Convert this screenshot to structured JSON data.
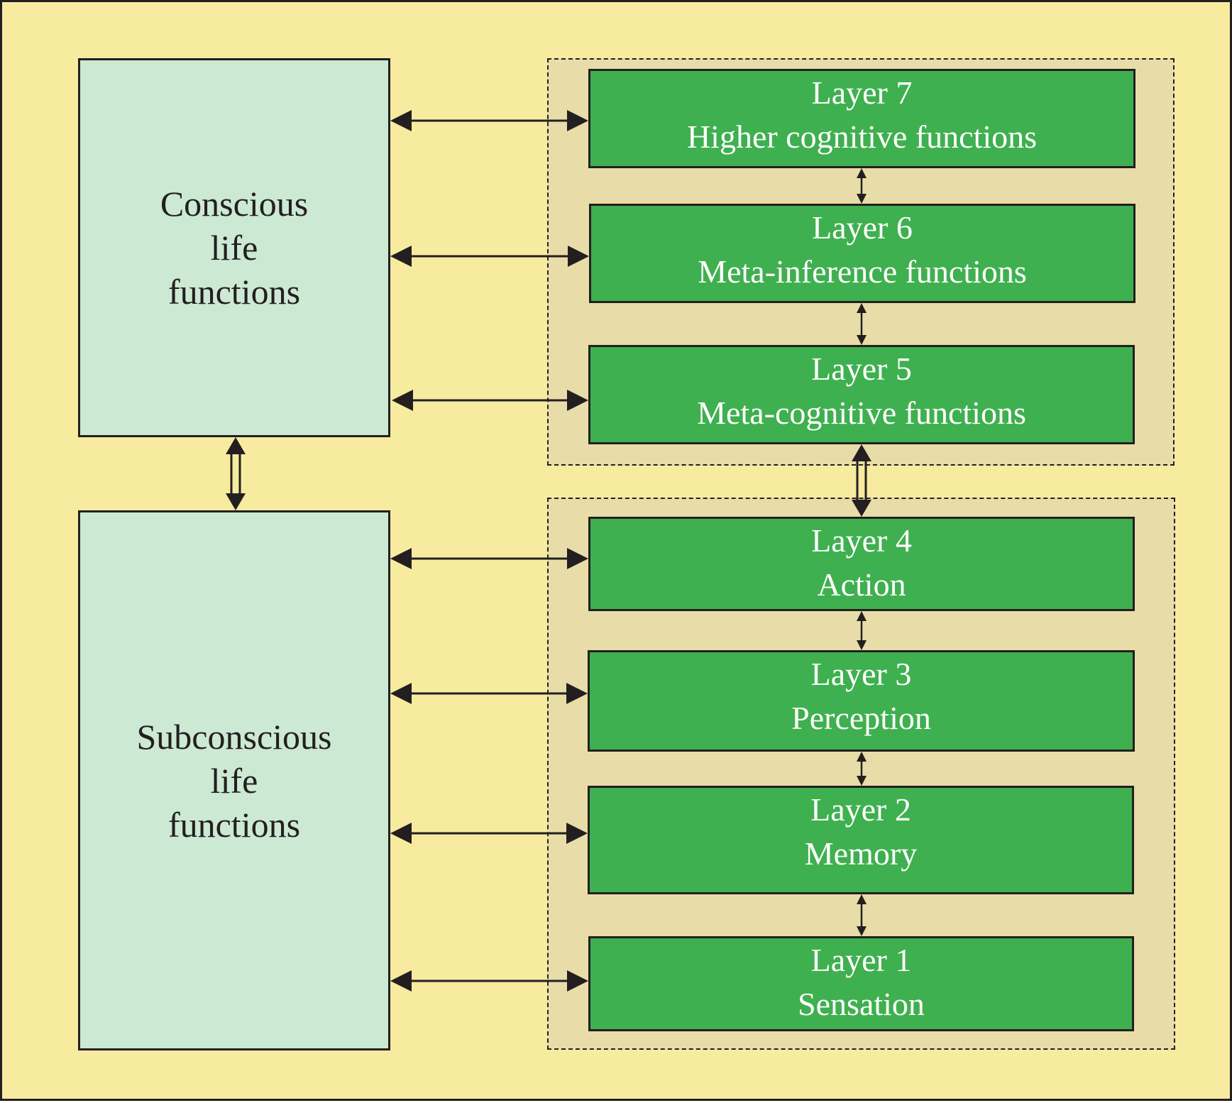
{
  "conscious": {
    "label": "Conscious\nlife\nfunctions"
  },
  "subconscious": {
    "label": "Subconscious\nlife\nfunctions"
  },
  "layers": [
    {
      "title": "Layer 7",
      "name": "Higher cognitive functions"
    },
    {
      "title": "Layer 6",
      "name": "Meta-inference functions"
    },
    {
      "title": "Layer 5",
      "name": "Meta-cognitive functions"
    },
    {
      "title": "Layer 4",
      "name": "Action"
    },
    {
      "title": "Layer 3",
      "name": "Perception"
    },
    {
      "title": "Layer 2",
      "name": "Memory"
    },
    {
      "title": "Layer 1",
      "name": "Sensation"
    }
  ],
  "colors": {
    "background": "#f7eba0",
    "group_fill": "#e8dda8",
    "life_box_fill": "#cce9d3",
    "layer_fill": "#3fb04f",
    "stroke": "#231f20"
  }
}
